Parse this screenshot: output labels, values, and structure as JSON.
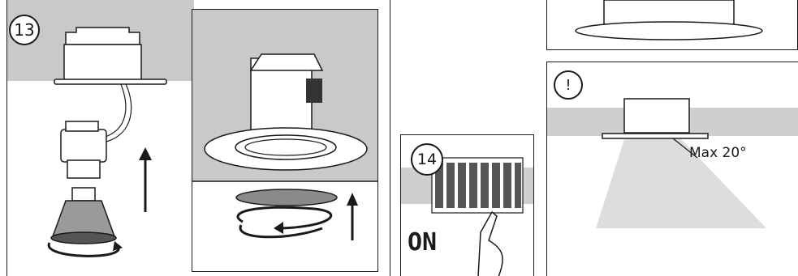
{
  "steps": {
    "step13": {
      "number": "13"
    },
    "step14": {
      "number": "14",
      "switch_label": "ON"
    },
    "warning": {
      "symbol": "!",
      "tilt_label": "Max 20°"
    }
  },
  "colors": {
    "ceiling_gray": "#c9c9c9",
    "panel_gray": "#cfcfcf",
    "line": "#1a1a1a",
    "light_beam": "#d8d8d8"
  }
}
